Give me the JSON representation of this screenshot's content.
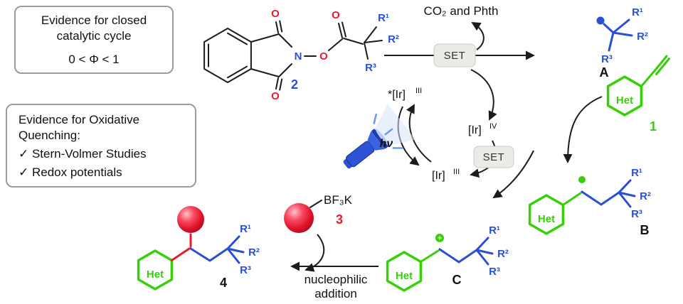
{
  "boxes": {
    "closed_cycle": {
      "line1": "Evidence for closed",
      "line2": "catalytic cycle",
      "formula": "0 < Φ < 1"
    },
    "oxidative_quenching": {
      "line1": "Evidence for Oxidative",
      "line2": "Quenching:",
      "item1": "✓ Stern-Volmer Studies",
      "item2": "✓ Redox potentials"
    }
  },
  "molecules": {
    "het": "Het",
    "r1": "R¹",
    "r2": "R²",
    "r3": "R³",
    "o": "O",
    "n": "N",
    "plus": "+",
    "bf3k": "BF₃K"
  },
  "labels": {
    "co2_phth": "CO₂ and Phth",
    "set": "SET",
    "hv": "hν",
    "ir_excited_base": "*[Ir]",
    "ir_excited_sup": "III",
    "ir_iv_base": "[Ir]",
    "ir_iv_sup": "IV",
    "ir_iii_base": "[Ir]",
    "ir_iii_sup": "III",
    "nucleophilic_line1": "nucleophilic",
    "nucleophilic_line2": "addition",
    "compound_1": "1",
    "compound_2": "2",
    "compound_3": "3",
    "compound_4": "4",
    "intermediate_a": "A",
    "intermediate_b": "B",
    "intermediate_c": "C"
  },
  "colors": {
    "blue": "#2a4fd4",
    "green": "#36cf08",
    "red": "#e81b2d",
    "black": "#1c1c1c"
  }
}
